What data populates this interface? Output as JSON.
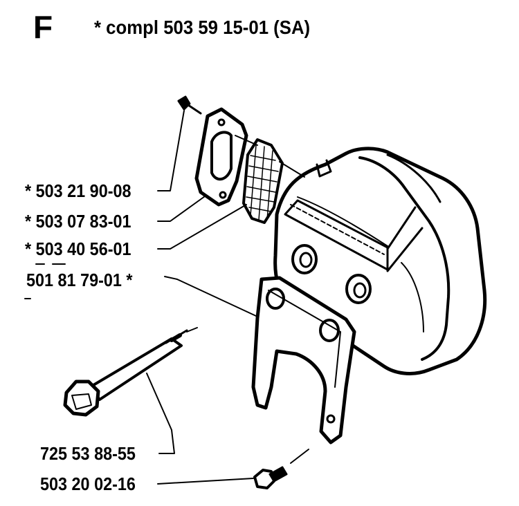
{
  "header": {
    "section_letter": "F",
    "title": "* compl 503 59 15-01 (SA)"
  },
  "callouts": [
    {
      "id": "screw",
      "text": "* 503 21 90-08"
    },
    {
      "id": "gasket",
      "text": "* 503 07 83-01"
    },
    {
      "id": "spark-screen",
      "text": "* 503 40 56-01"
    },
    {
      "id": "bracket",
      "text": "501 81 79-01 *"
    },
    {
      "id": "long-bolt",
      "text": "725 53 88-55"
    },
    {
      "id": "short-bolt",
      "text": "503 20 02-16"
    }
  ]
}
